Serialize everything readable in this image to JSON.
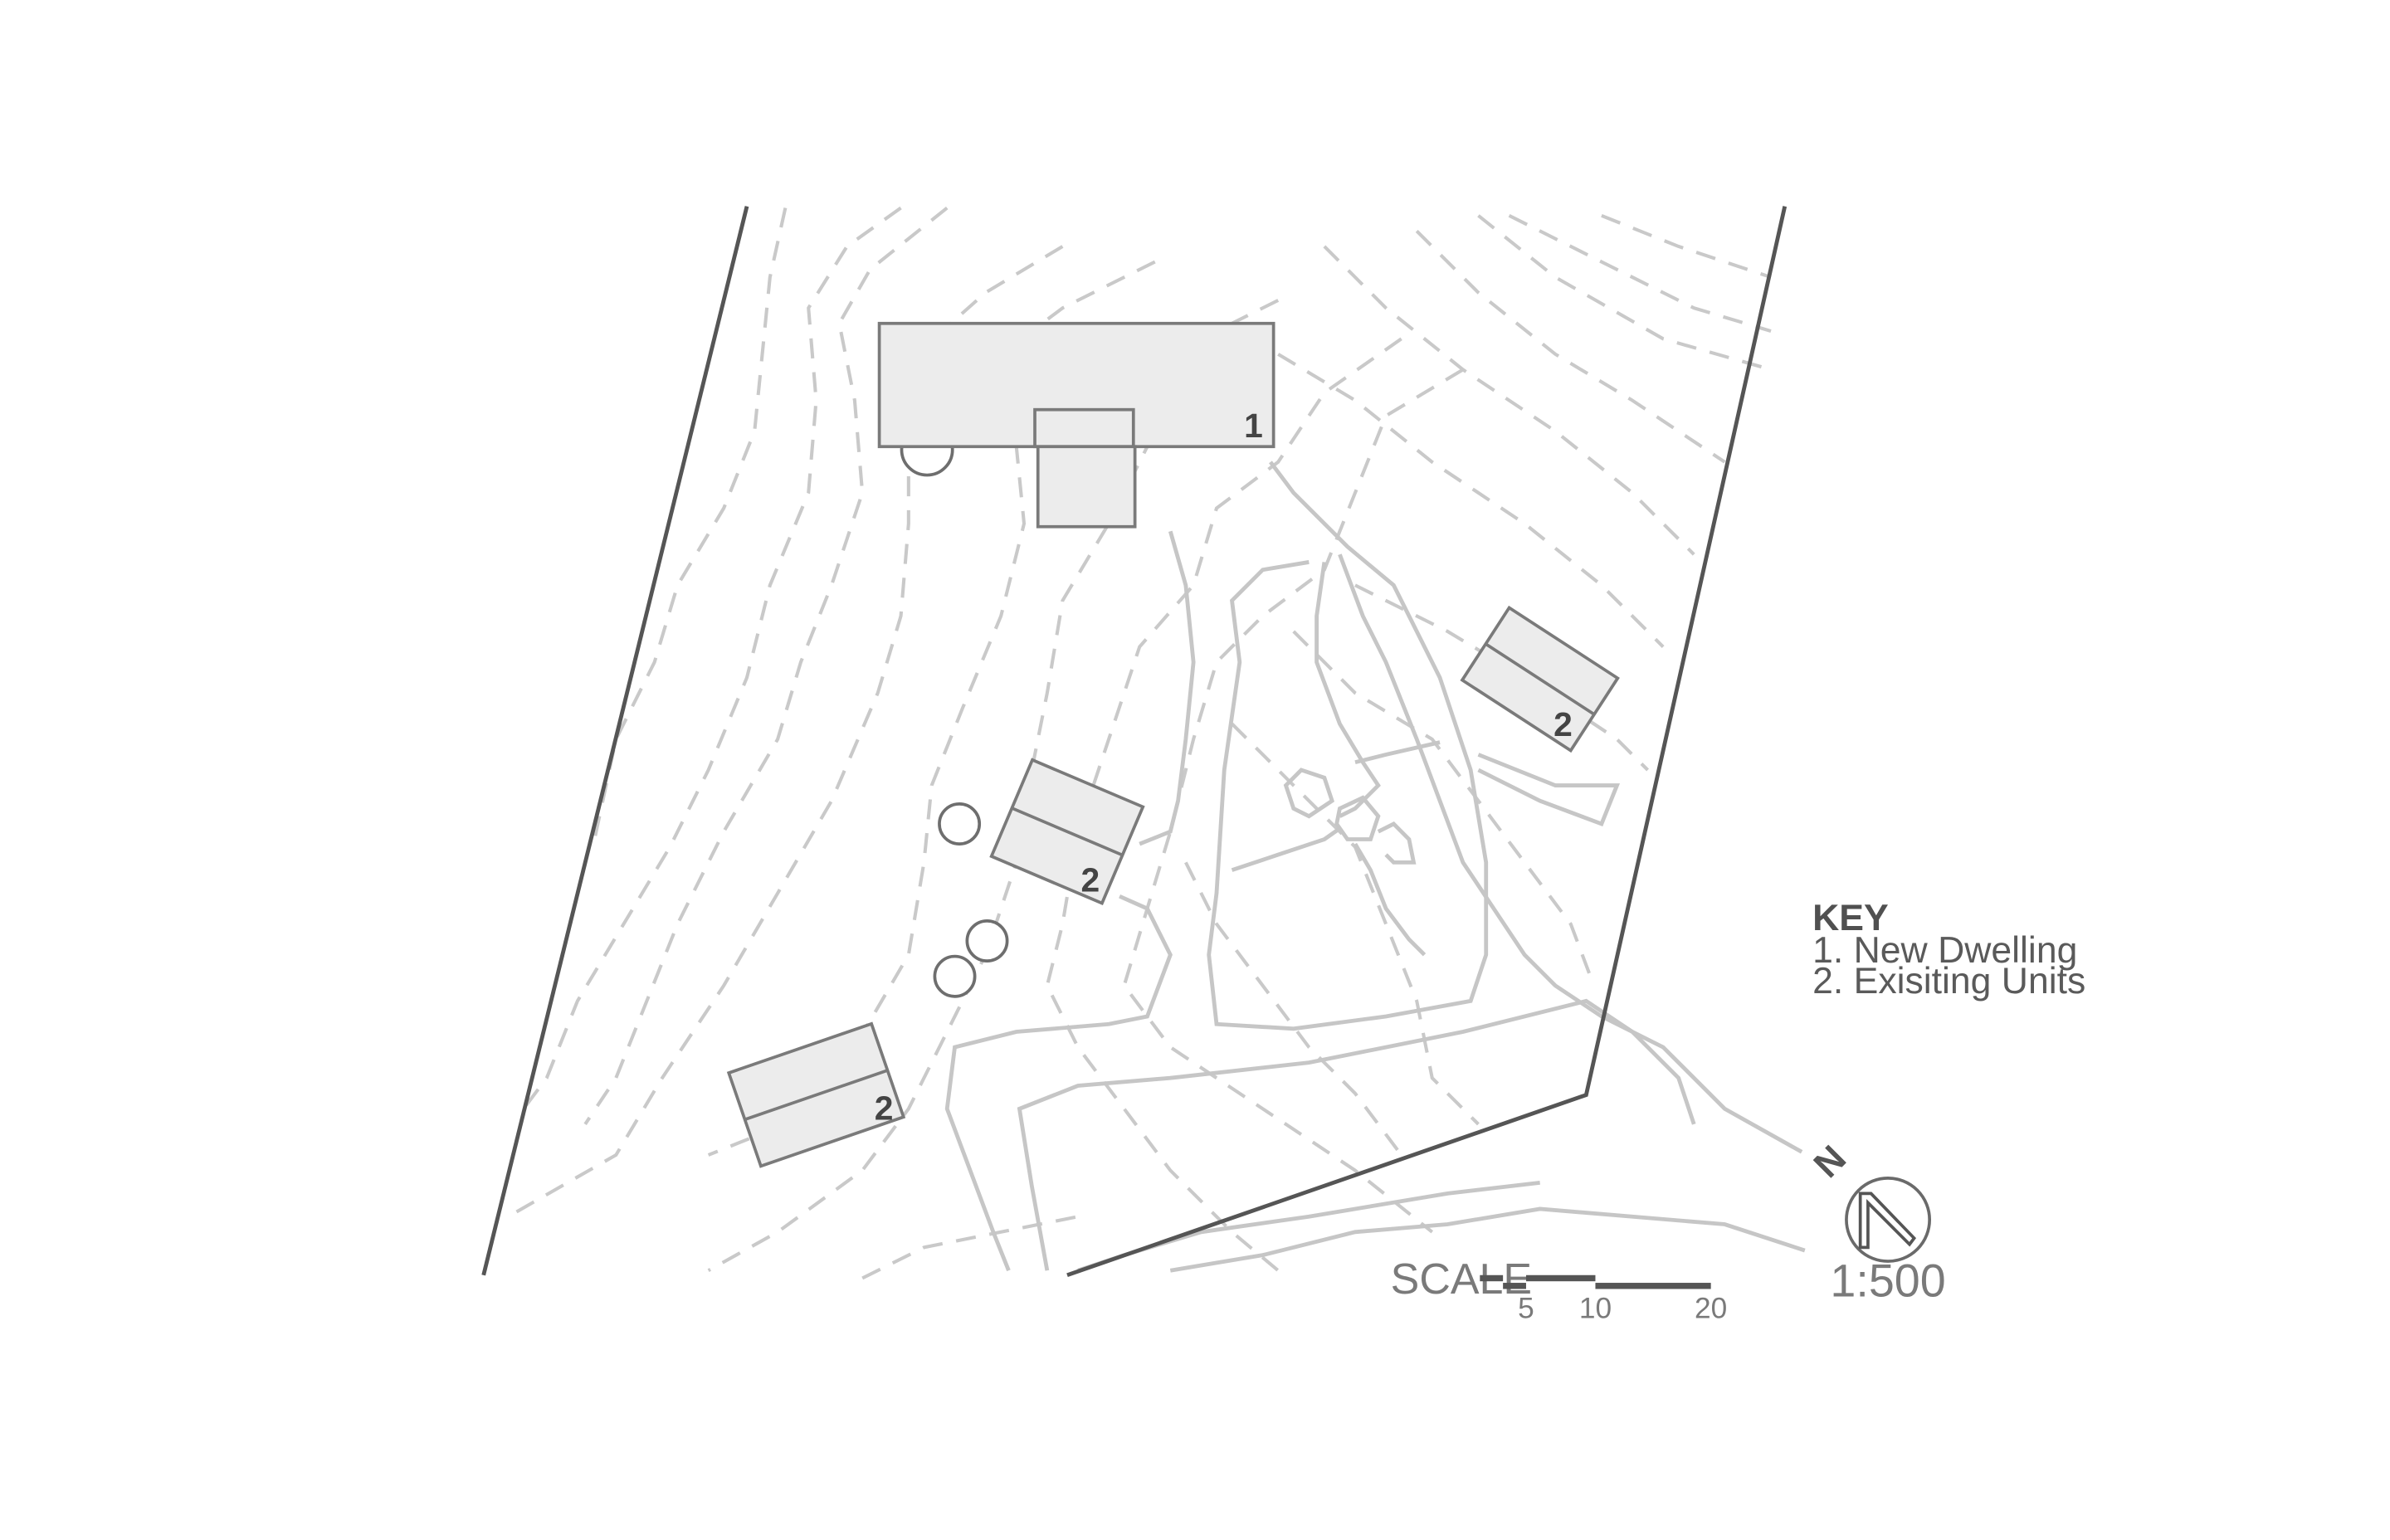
{
  "buildings": [
    {
      "label": "1"
    },
    {
      "label": "2"
    },
    {
      "label": "2"
    },
    {
      "label": "2"
    }
  ],
  "key": {
    "title": "KEY",
    "items": [
      "1. New Dwelling",
      "2. Exisiting Units"
    ]
  },
  "scale": {
    "label": "SCALE",
    "ticks": [
      "5",
      "10",
      "20"
    ],
    "ratio": "1:500"
  },
  "north": {
    "label": "N"
  },
  "colors": {
    "boundary": "#555555",
    "building_fill": "#ececec",
    "contour": "#c9c9c9",
    "text": "#5a5a5a"
  }
}
